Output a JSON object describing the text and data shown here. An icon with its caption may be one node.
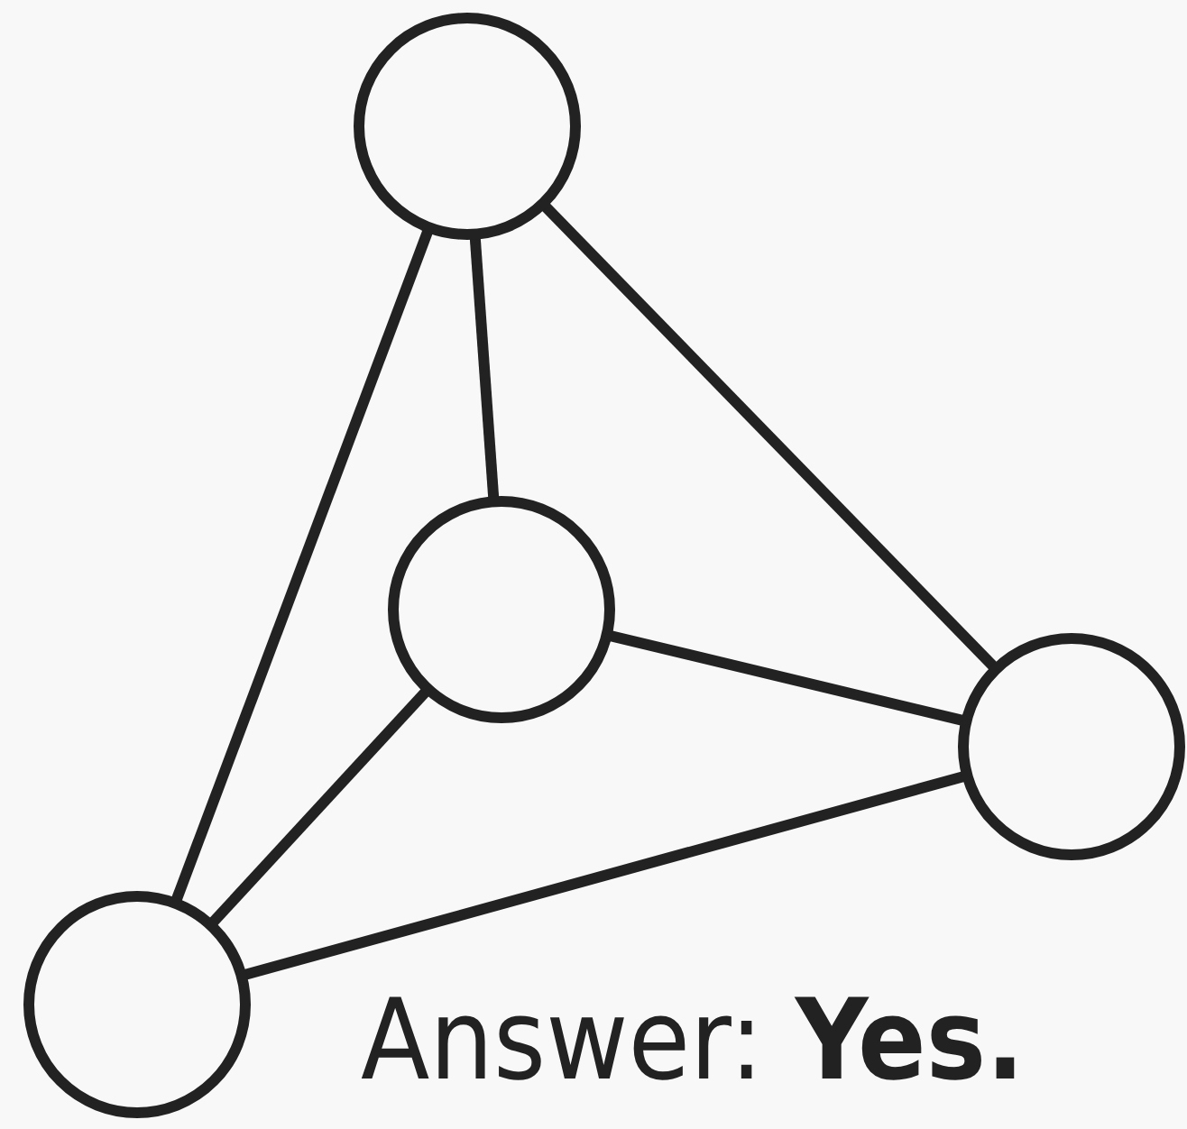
{
  "diagram": {
    "nodes": [
      {
        "text": [],
        "shape": "circle"
      },
      {
        "text": [],
        "shape": "circle"
      },
      {
        "text": [],
        "shape": "circle"
      },
      {
        "text": [],
        "shape": "circle"
      }
    ],
    "edges": [
      {
        "from": 0,
        "to": 1,
        "arrow": "none"
      },
      {
        "from": 0,
        "to": 2,
        "arrow": "none"
      },
      {
        "from": 0,
        "to": 3,
        "arrow": "none"
      },
      {
        "from": 1,
        "to": 2,
        "arrow": "none"
      },
      {
        "from": 1,
        "to": 3,
        "arrow": "none"
      },
      {
        "from": 3,
        "to": 2,
        "arrow": "none"
      }
    ],
    "labels": [
      "Answer: **Yes.**"
    ]
  }
}
